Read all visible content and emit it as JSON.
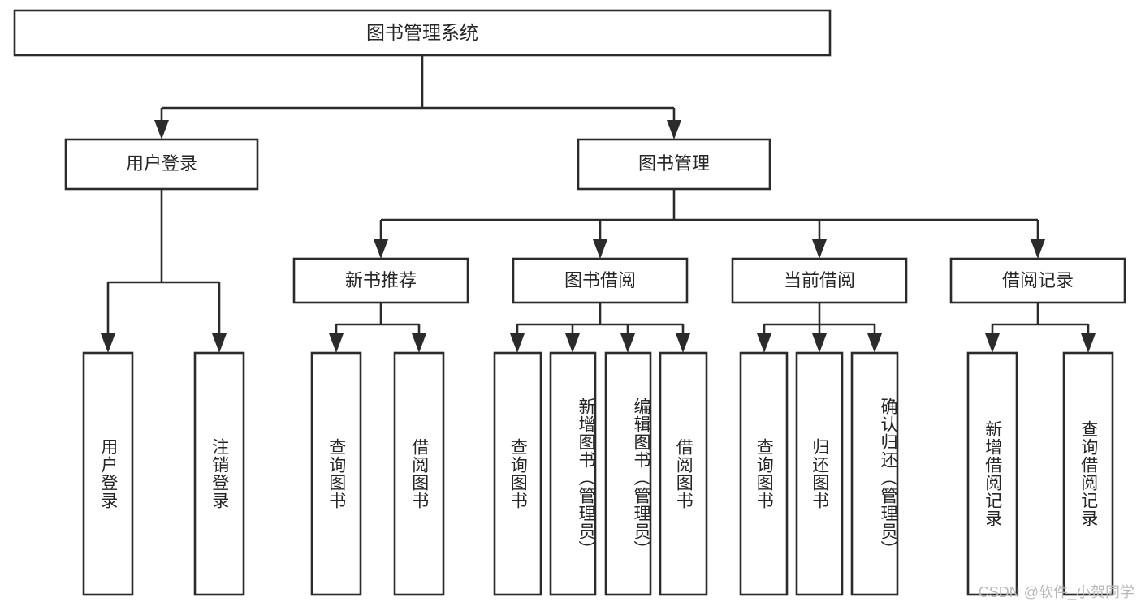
{
  "diagram": {
    "title": "图书管理系统",
    "type": "tree-hierarchy",
    "root": {
      "id": "root",
      "label": "图书管理系统"
    },
    "level2": [
      {
        "id": "user-login",
        "label": "用户登录"
      },
      {
        "id": "book-manage",
        "label": "图书管理"
      }
    ],
    "level3": [
      {
        "id": "new-book-rec",
        "label": "新书推荐",
        "parent": "book-manage"
      },
      {
        "id": "book-borrow",
        "label": "图书借阅",
        "parent": "book-manage"
      },
      {
        "id": "current-borrow",
        "label": "当前借阅",
        "parent": "book-manage"
      },
      {
        "id": "borrow-record",
        "label": "借阅记录",
        "parent": "book-manage"
      }
    ],
    "leaves": {
      "user-login": [
        {
          "id": "leaf-user-login",
          "label": "用户登录"
        },
        {
          "id": "leaf-logout",
          "label": "注销登录"
        }
      ],
      "new-book-rec": [
        {
          "id": "leaf-query-book-1",
          "label": "查询图书"
        },
        {
          "id": "leaf-borrow-book-1",
          "label": "借阅图书"
        }
      ],
      "book-borrow": [
        {
          "id": "leaf-query-book-2",
          "label": "查询图书"
        },
        {
          "id": "leaf-add-book",
          "label": "新增图书（管理员）"
        },
        {
          "id": "leaf-edit-book",
          "label": "编辑图书（管理员）"
        },
        {
          "id": "leaf-borrow-book-2",
          "label": "借阅图书"
        }
      ],
      "current-borrow": [
        {
          "id": "leaf-query-book-3",
          "label": "查询图书"
        },
        {
          "id": "leaf-return-book",
          "label": "归还图书"
        },
        {
          "id": "leaf-confirm-return",
          "label": "确认归还（管理员）"
        }
      ],
      "borrow-record": [
        {
          "id": "leaf-add-record",
          "label": "新增借阅记录"
        },
        {
          "id": "leaf-query-record",
          "label": "查询借阅记录"
        }
      ]
    },
    "colors": {
      "box_fill": "#ffffff",
      "box_stroke": "#2b2b2b",
      "text": "#262626",
      "background": "#ffffff",
      "watermark": "#b9b9b9"
    }
  },
  "watermark": {
    "text": "CSDN @软件_小贺同学"
  }
}
